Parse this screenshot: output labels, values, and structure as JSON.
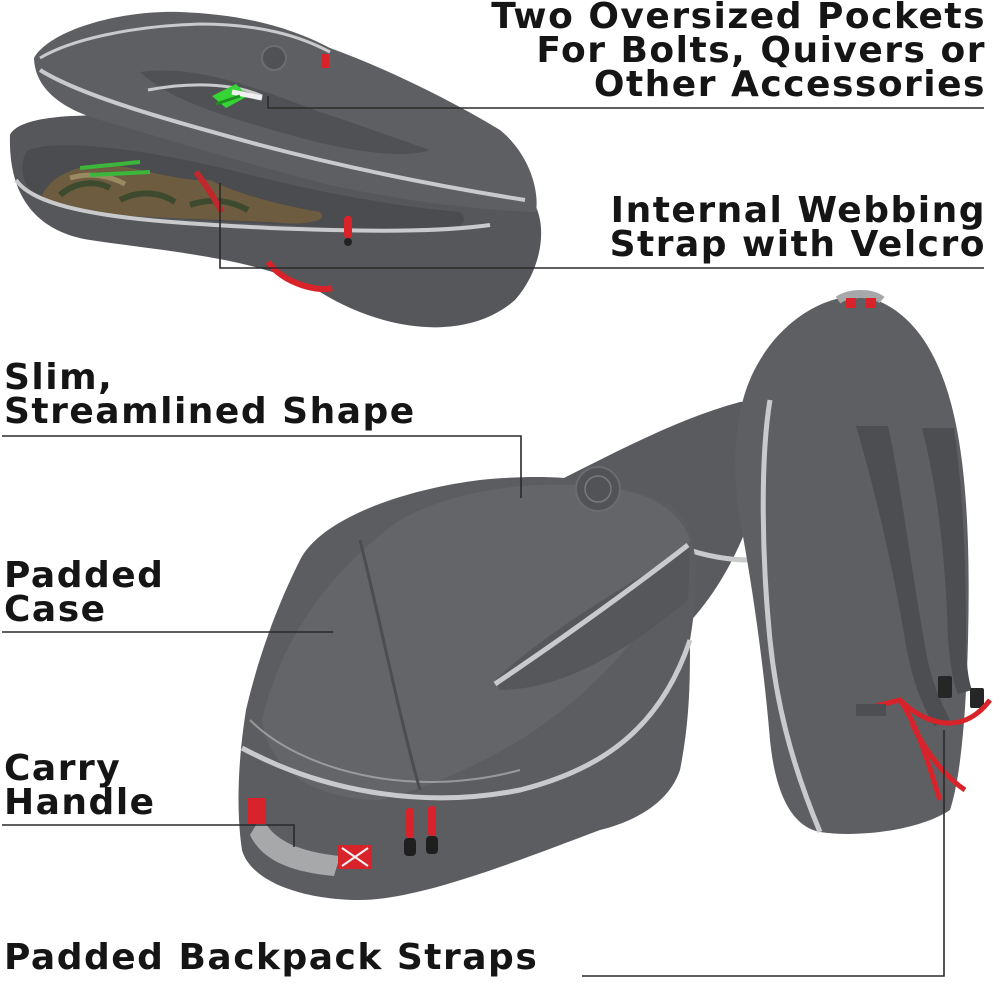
{
  "callouts": [
    {
      "id": "pockets",
      "lines": [
        "Two Oversized Pockets",
        "For Bolts, Quivers or",
        "Other Accessories"
      ]
    },
    {
      "id": "webbing",
      "lines": [
        "Internal Webbing",
        "Strap with Velcro"
      ]
    },
    {
      "id": "slim",
      "lines": [
        "Slim,",
        "Streamlined Shape"
      ]
    },
    {
      "id": "case",
      "lines": [
        "Padded",
        "Case"
      ]
    },
    {
      "id": "handle",
      "lines": [
        "Carry",
        "Handle"
      ]
    },
    {
      "id": "straps",
      "lines": [
        "Padded Backpack Straps"
      ]
    }
  ],
  "colors": {
    "case_gray": "#5c5d60",
    "case_dark": "#4a4b4e",
    "case_light": "#6c6d70",
    "piping": "#c9cacc",
    "accent_red": "#d8232a",
    "arrow_green": "#3ad23a",
    "line": "#2a2a2a",
    "text": "#151515"
  }
}
